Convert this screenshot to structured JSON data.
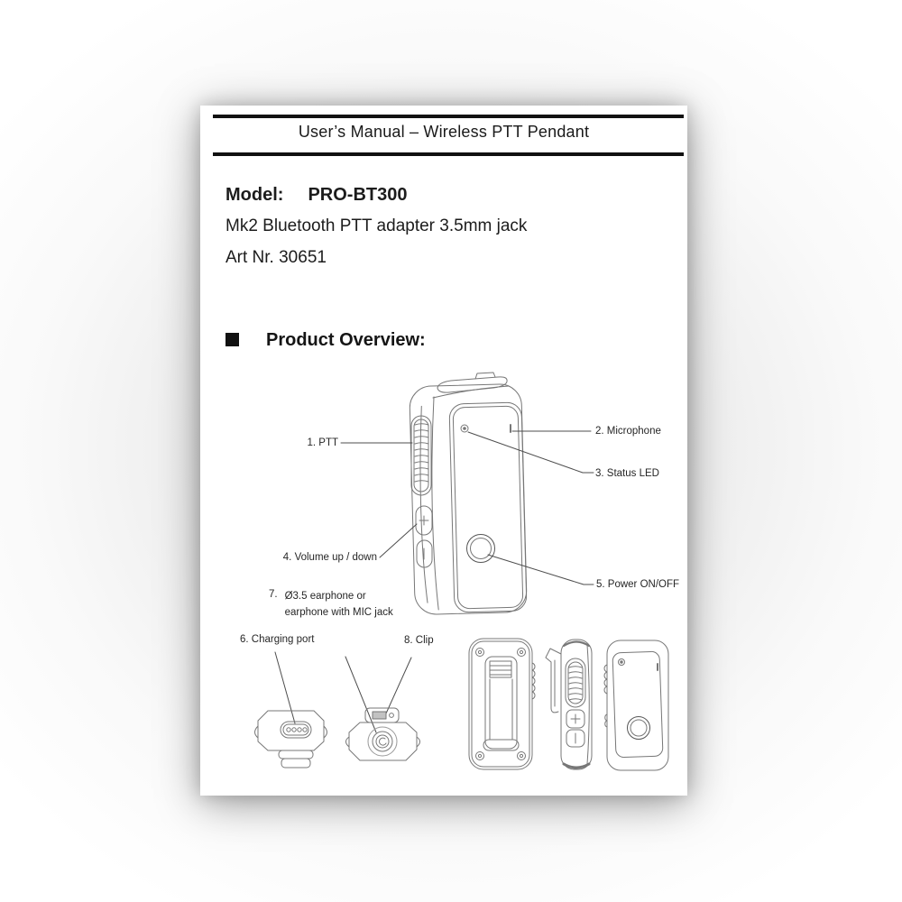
{
  "doc": {
    "header": {
      "title": "User’s Manual – Wireless PTT Pendant"
    },
    "model_line": {
      "label": "Model:",
      "value": "PRO-BT300"
    },
    "subtitle": "Mk2 Bluetooth PTT adapter 3.5mm jack",
    "art_nr": "Art Nr. 30651",
    "section": {
      "title": "Product Overview:"
    },
    "callouts": {
      "ptt": "1. PTT",
      "microphone": "2. Microphone",
      "status_led": "3. Status LED",
      "volume": "4. Volume up / down",
      "power": "5. Power ON/OFF",
      "charging_port": "6. Charging port",
      "earphone_num": "7.",
      "earphone_line1": "Ø3.5 earphone or",
      "earphone_line2": "earphone with MIC jack",
      "clip": "8. Clip"
    },
    "colors": {
      "ink": "#1a1a1a",
      "sketch_line": "#777777",
      "callout_line": "#4d4d4d"
    }
  }
}
